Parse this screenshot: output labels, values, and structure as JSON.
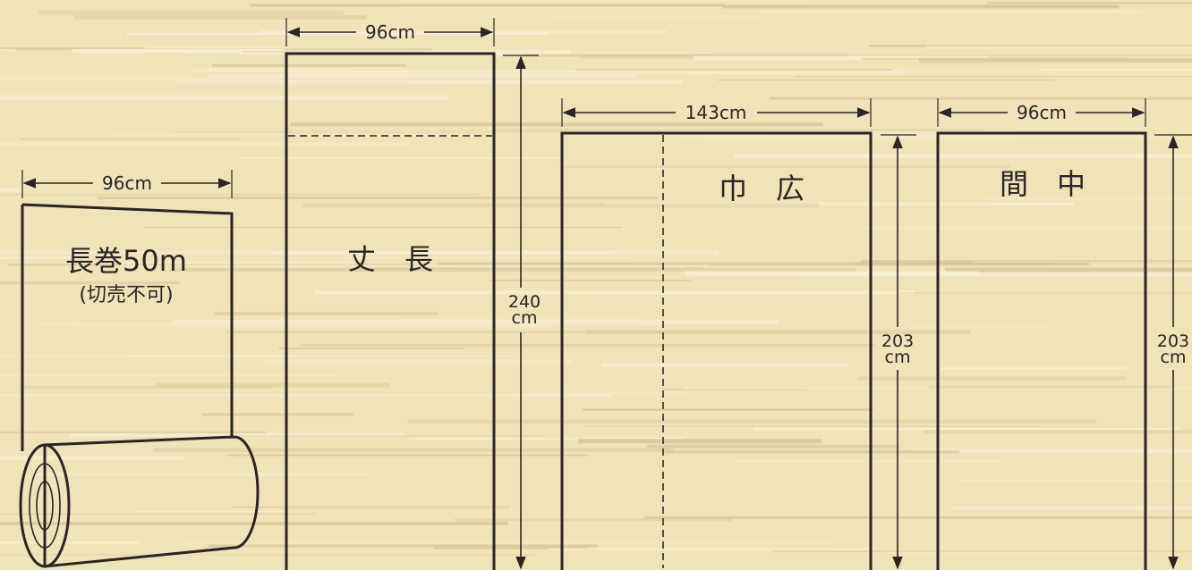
{
  "roll": {
    "width_label": "96cm",
    "title": "長巻50m",
    "note": "(切売不可)"
  },
  "long_size": {
    "width_label": "96cm",
    "name": "丈　長",
    "height_label_value": "240",
    "height_label_unit": "cm"
  },
  "wide_size": {
    "width_label": "143cm",
    "name": "巾　広",
    "height_label_value": "203",
    "height_label_unit": "cm"
  },
  "medium_size": {
    "width_label": "96cm",
    "name": "間　中",
    "height_label_value": "203",
    "height_label_unit": "cm"
  },
  "colors": {
    "background": "#efe3b8",
    "stripe_light": "#f7efd2",
    "stripe_dark": "#d6c79a",
    "line": "#2a2622"
  }
}
